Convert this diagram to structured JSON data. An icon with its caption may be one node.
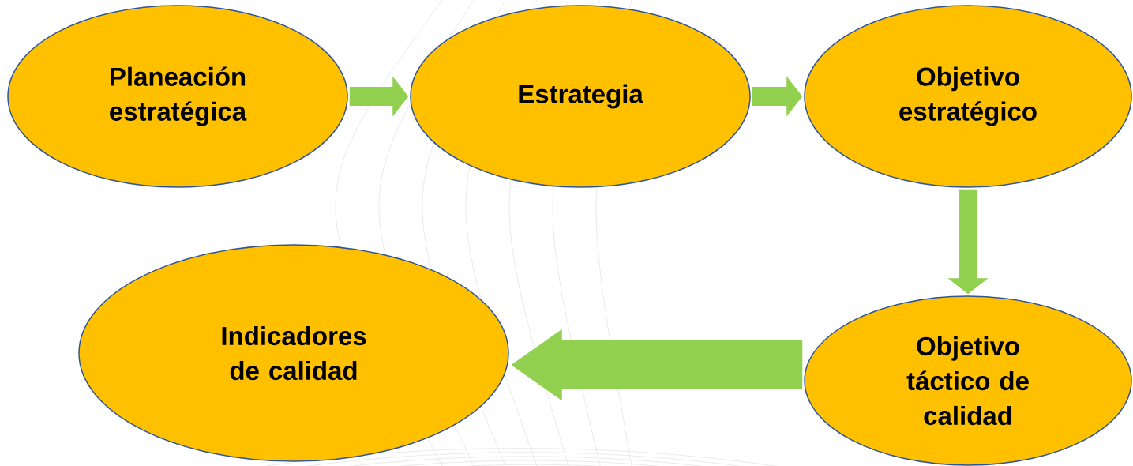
{
  "diagram": {
    "nodes": [
      {
        "text": [
          "Planeación estratégica"
        ]
      },
      {
        "text": [
          "Estrategia"
        ]
      },
      {
        "text": [
          "Objetivo estratégico"
        ]
      },
      {
        "text": [
          "Objetivo táctico de calidad"
        ]
      },
      {
        "text": [
          "Indicadores de calidad"
        ]
      }
    ],
    "edges": [
      {
        "from": 0,
        "to": 1,
        "arrow": "to"
      },
      {
        "from": 1,
        "to": 2,
        "arrow": "to"
      },
      {
        "from": 2,
        "to": 3,
        "arrow": "to"
      },
      {
        "from": 3,
        "to": 4,
        "arrow": "to",
        "style": "thick"
      }
    ]
  }
}
